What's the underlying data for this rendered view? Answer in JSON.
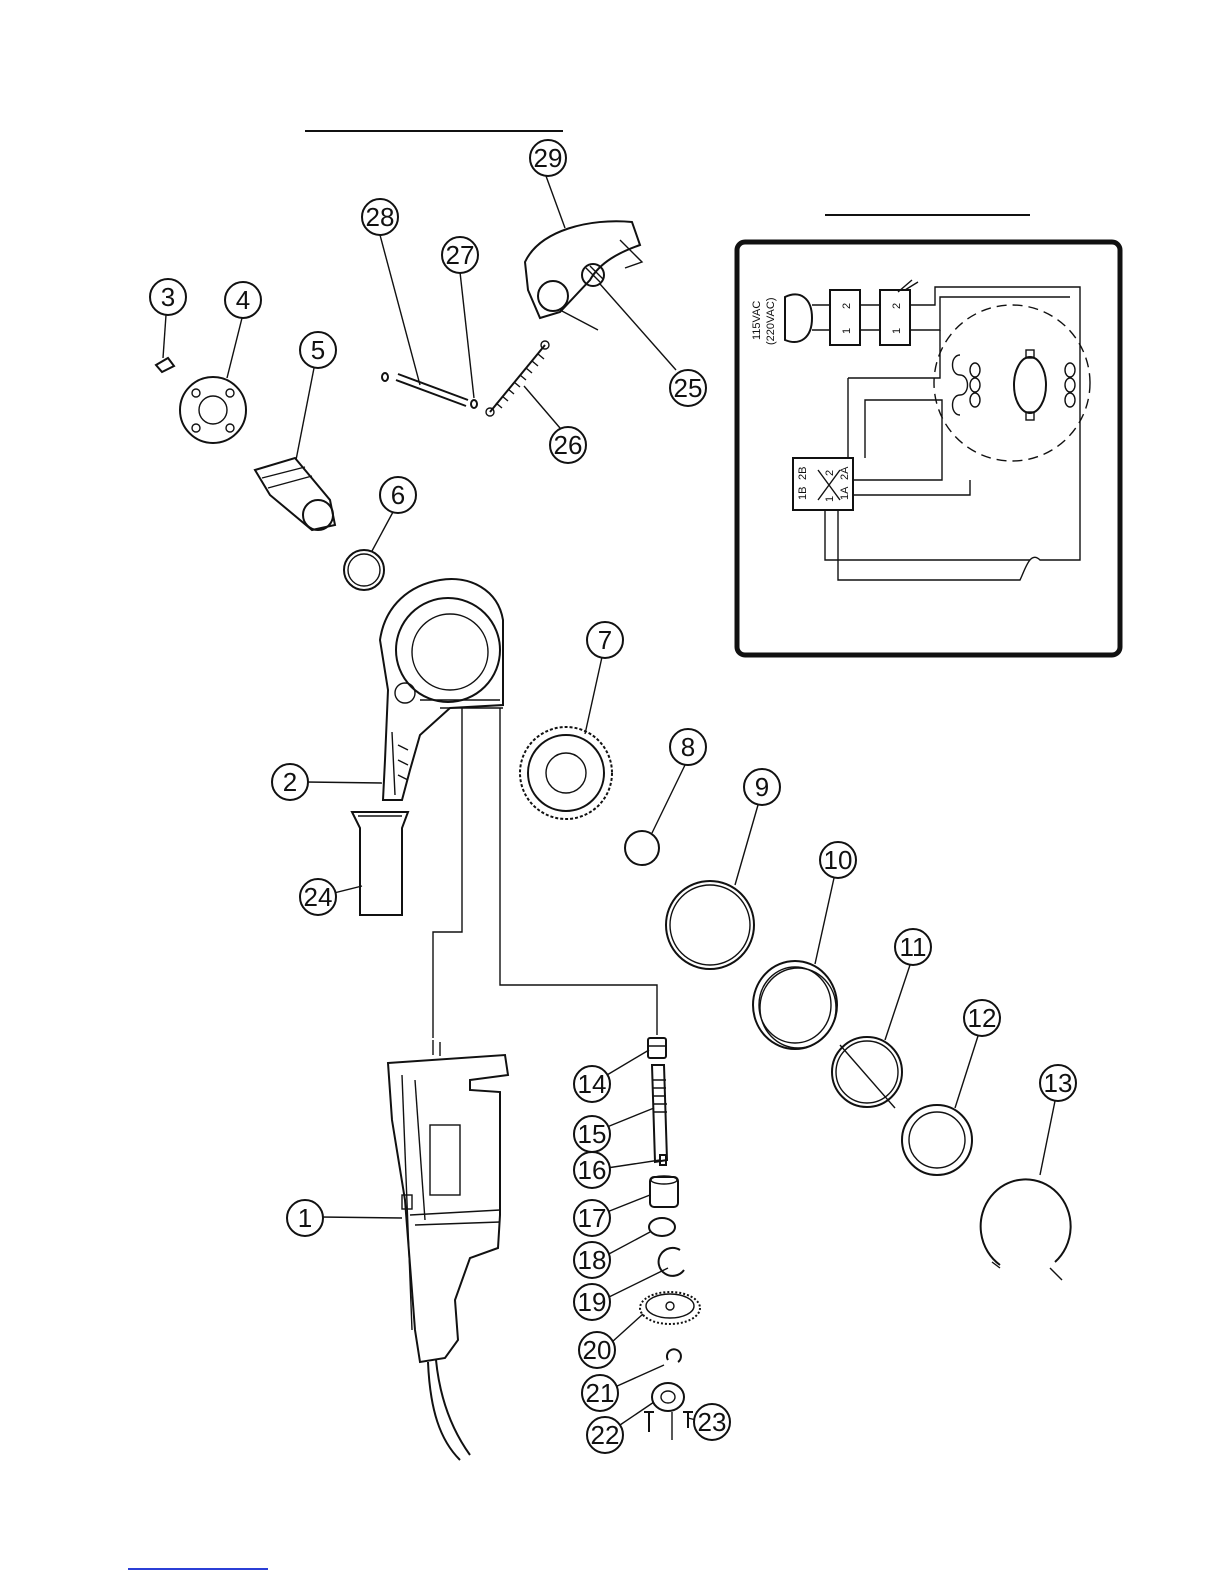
{
  "callouts": [
    "1",
    "2",
    "3",
    "4",
    "5",
    "6",
    "7",
    "8",
    "9",
    "10",
    "11",
    "12",
    "13",
    "14",
    "15",
    "16",
    "17",
    "18",
    "19",
    "20",
    "21",
    "22",
    "23",
    "24",
    "25",
    "26",
    "27",
    "28",
    "29"
  ],
  "wiring": {
    "voltage_line1": "115VAC",
    "voltage_line2": "(220VAC)",
    "plug_terminals": [
      "1",
      "2"
    ],
    "capacitor_terminals": [
      "1",
      "2"
    ],
    "switch_labels": [
      "2B",
      "1B",
      "2",
      "1",
      "2A",
      "1A"
    ]
  },
  "colors": {
    "ink": "#111111",
    "footer_link": "#2b3fd6"
  }
}
